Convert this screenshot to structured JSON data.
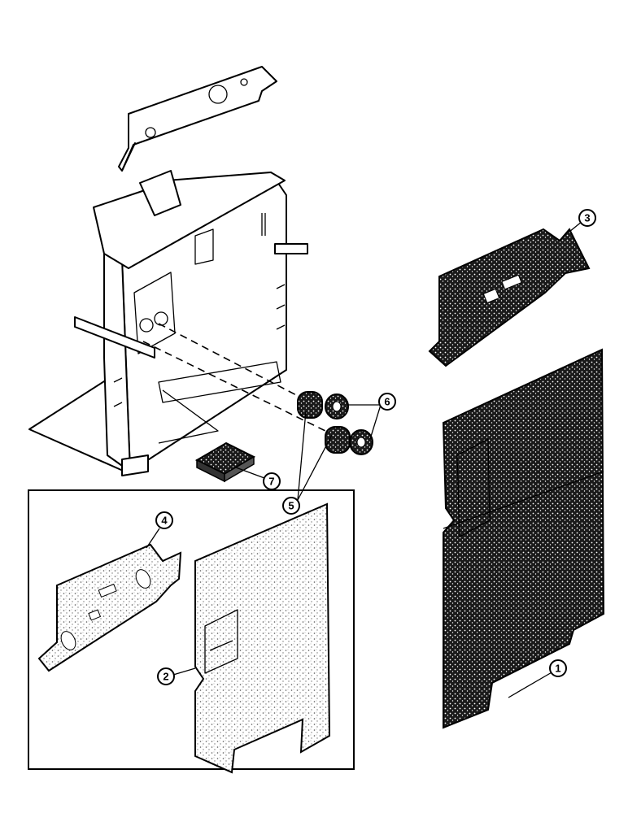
{
  "callouts": [
    {
      "id": "1",
      "label": "1"
    },
    {
      "id": "2",
      "label": "2"
    },
    {
      "id": "3",
      "label": "3"
    },
    {
      "id": "4",
      "label": "4"
    },
    {
      "id": "5",
      "label": "5"
    },
    {
      "id": "6",
      "label": "6"
    },
    {
      "id": "7",
      "label": "7"
    }
  ],
  "colors": {
    "ink": "#000000",
    "paper": "#ffffff",
    "dark_texture": "#1a1a1a",
    "light_texture": "#d9d9d9"
  }
}
